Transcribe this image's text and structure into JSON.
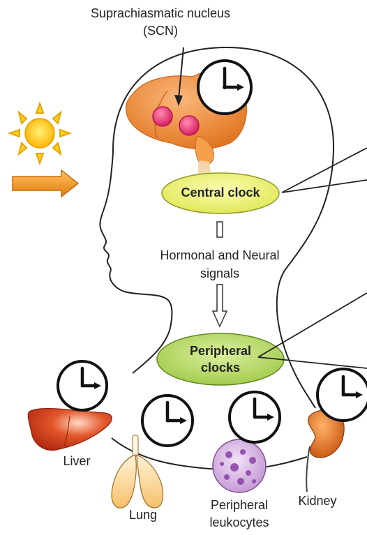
{
  "labels": {
    "scn_line1": "Suprachiasmatic nucleus",
    "scn_line2": "(SCN)",
    "central_clock": "Central clock",
    "signals_line1": "Hormonal and Neural",
    "signals_line2": "signals",
    "peripheral_line1": "Peripheral",
    "peripheral_line2": "clocks",
    "liver": "Liver",
    "lung": "Lung",
    "leukocytes_line1": "Peripheral",
    "leukocytes_line2": "leukocytes",
    "kidney": "Kidney"
  },
  "colors": {
    "sun": "#ffd21a",
    "arrow": "#f39a1c",
    "brain": "#f5903a",
    "scn": "#e8407a",
    "ellipse_central": "#eef17a",
    "ellipse_peripheral": "#b8d96a",
    "liver": "#d8421e",
    "kidney": "#e06a1a",
    "leukocyte": "#c59ad8"
  }
}
